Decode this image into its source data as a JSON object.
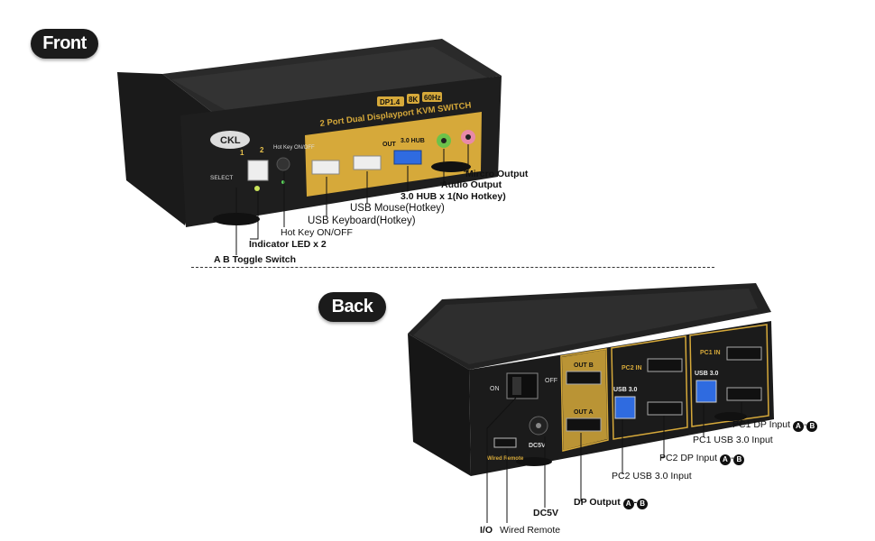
{
  "sections": {
    "front_label": "Front",
    "back_label": "Back"
  },
  "device_front": {
    "brand_logo": "CKL",
    "model_line": "2 Port Dual Displayport KVM SWITCH",
    "spec_badges": [
      "DP1.4",
      "8K",
      "60Hz"
    ],
    "port_labels": {
      "out": "OUT",
      "hub": "3.0 HUB",
      "select": "SELECT",
      "hotkey": "Hot Key ON/OFF",
      "num1": "1",
      "num2": "2"
    }
  },
  "device_back": {
    "on": "ON",
    "off": "OFF",
    "out_b": "OUT B",
    "out_a": "OUT A",
    "pc2_in": "PC2 IN",
    "pc1_in": "PC1 IN",
    "usb30_left": "USB 3.0",
    "usb30_right": "USB 3.0",
    "dc5v": "DC5V",
    "wired_remote": "Wired Remote",
    "port_a": "A",
    "port_b": "B"
  },
  "front_callouts": {
    "micro_output": "Mircro Output",
    "audio_output": "Audio Output",
    "hub": "3.0 HUB x 1(No Hotkey)",
    "usb_mouse": "USB Mouse(Hotkey)",
    "usb_keyboard": "USB Keyboard(Hotkey)",
    "hotkey_onoff": "Hot Key ON/OFF",
    "indicator_led": "Indicator LED x 2",
    "ab_toggle": "A B Toggle Switch"
  },
  "back_callouts": {
    "pc1_dp": "PC1 DP Input",
    "pc1_usb": "PC1 USB 3.0 Input",
    "pc2_dp": "PC2 DP Input",
    "pc2_usb": "PC2 USB 3.0 Input",
    "dp_output": "DP Output",
    "dc5v": "DC5V",
    "io": "I/O",
    "wired_remote": "Wired Remote"
  },
  "badge_letters": [
    "A",
    "B"
  ],
  "badge_sep": "-",
  "colors": {
    "device_body": "#1c1c1c",
    "gold_panel": "#d6a93a",
    "usb_blue": "#1f5fcf",
    "audio_green": "#6cc24a",
    "mic_pink": "#e98aa8"
  }
}
